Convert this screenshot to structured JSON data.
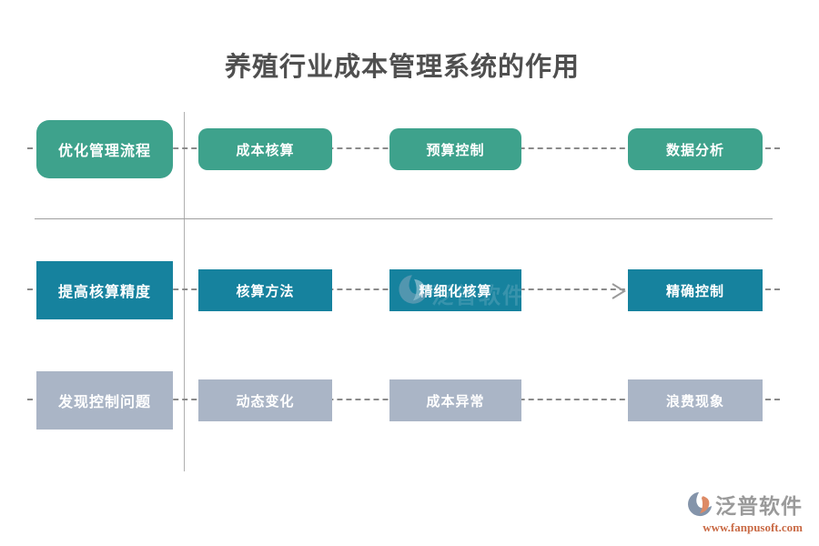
{
  "title": "养殖行业成本管理系统的作用",
  "colors": {
    "row1_fill": "#3EA28C",
    "row2_fill": "#16829E",
    "row3_fill": "#AAB5C6",
    "divider_line": "#9E9E9E",
    "dashed_line": "#8A8A8A",
    "title_text": "#4F4F4F",
    "box_text": "#FFFFFF",
    "watermark_brand_text": "#9A9A9A",
    "watermark_url_text": "#C96A45"
  },
  "diagram": {
    "rows": [
      {
        "header": "优化管理流程",
        "nodes": [
          "成本核算",
          "预算控制",
          "数据分析"
        ]
      },
      {
        "header": "提高核算精度",
        "nodes": [
          "核算方法",
          "精细化核算",
          "精确控制"
        ]
      },
      {
        "header": "发现控制问题",
        "nodes": [
          "动态变化",
          "成本异常",
          "浪费现象"
        ]
      }
    ],
    "connections": [
      {
        "from": "精细化核算",
        "to": "精确控制",
        "style": "solid-arrow"
      }
    ]
  },
  "watermark": {
    "brand": "泛普软件",
    "url": "www.fanpusoft.com"
  }
}
